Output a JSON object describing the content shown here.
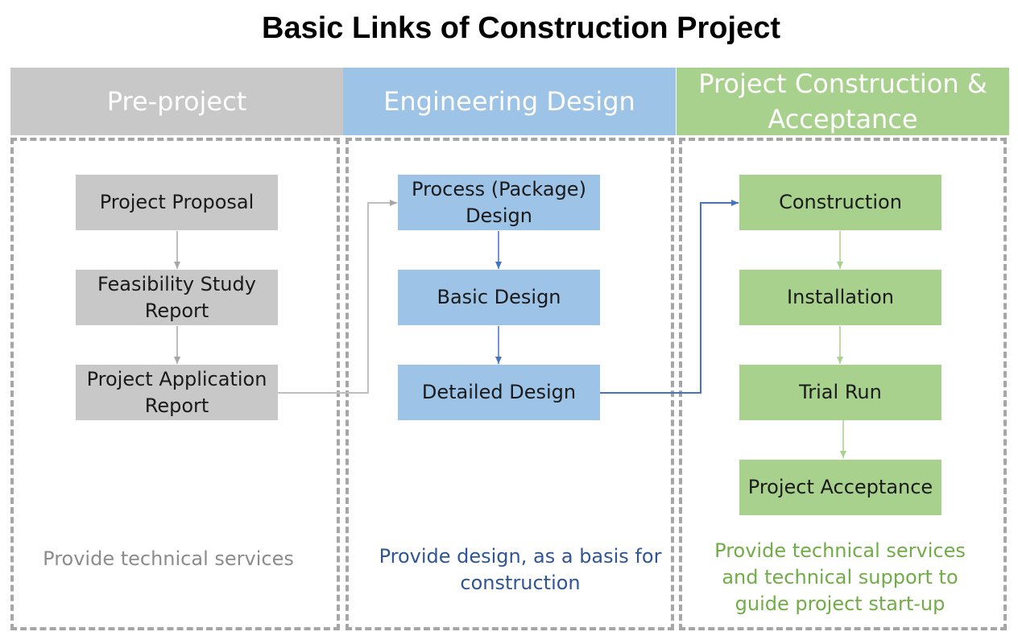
{
  "title": "Basic Links of Construction Project",
  "columns": [
    {
      "header": "Pre-project",
      "steps": [
        "Project Proposal",
        "Feasibility Study Report",
        "Project Application Report"
      ],
      "note": "Provide technical services",
      "color": "#c8c8c8",
      "arrow_color": "#a6a6a6"
    },
    {
      "header": "Engineering Design",
      "steps": [
        "Process (Package) Design",
        "Basic Design",
        "Detailed Design"
      ],
      "note": "Provide design, as a basis for construction",
      "color": "#9dc3e6",
      "arrow_color": "#4472c4"
    },
    {
      "header": "Project Construction & Acceptance",
      "steps": [
        "Construction",
        "Installation",
        "Trial Run",
        "Project Acceptance"
      ],
      "note": "Provide technical services and technical support to guide project start-up",
      "color": "#a9d18e",
      "arrow_color": "#a9d18e"
    }
  ]
}
